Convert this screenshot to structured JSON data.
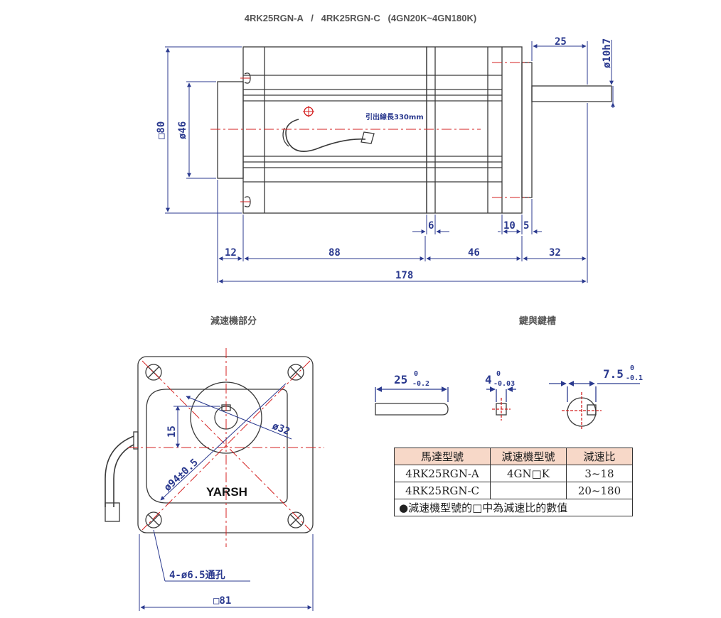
{
  "title": "4RK25RGN-A   /   4RK25RGN-C   (4GN20K~4GN180K)",
  "colors": {
    "line": "#3a3a3a",
    "dim": "#2b3a8f",
    "center": "#d42020",
    "header_bg": "#f7d8c8"
  },
  "motor": {
    "square_label": "□80",
    "dia46_label": "ø46",
    "shaft_label": "ø10h7",
    "shaft_len_label": "25",
    "lead_label": "引出線長330mm",
    "dims": {
      "d12": "12",
      "d88": "88",
      "d46": "46",
      "d32": "32",
      "d178": "178",
      "d6": "6",
      "d10": "10",
      "d5": "5"
    }
  },
  "gearbox": {
    "section_label": "減速機部分",
    "brand": "YARSH",
    "d15": "15",
    "d32": "ø32",
    "pcd": "ø94±0.5",
    "holes": "4-ø6.5通孔",
    "square": "□81"
  },
  "key": {
    "section_label": "鍵與鍵槽",
    "length": {
      "main": "25",
      "upper": "0",
      "lower": "-0.2"
    },
    "width": {
      "main": "4",
      "upper": "0",
      "lower": "-0.03"
    },
    "depth": {
      "main": "7.5",
      "upper": "0",
      "lower": "-0.1"
    }
  },
  "table": {
    "headers": [
      "馬達型號",
      "減速機型號",
      "減速比"
    ],
    "rows": [
      [
        "4RK25RGN-A",
        "4GN□K",
        "3~18"
      ],
      [
        "4RK25RGN-C",
        "",
        "20~180"
      ]
    ],
    "note": "●減速機型號的□中為減速比的數值"
  }
}
